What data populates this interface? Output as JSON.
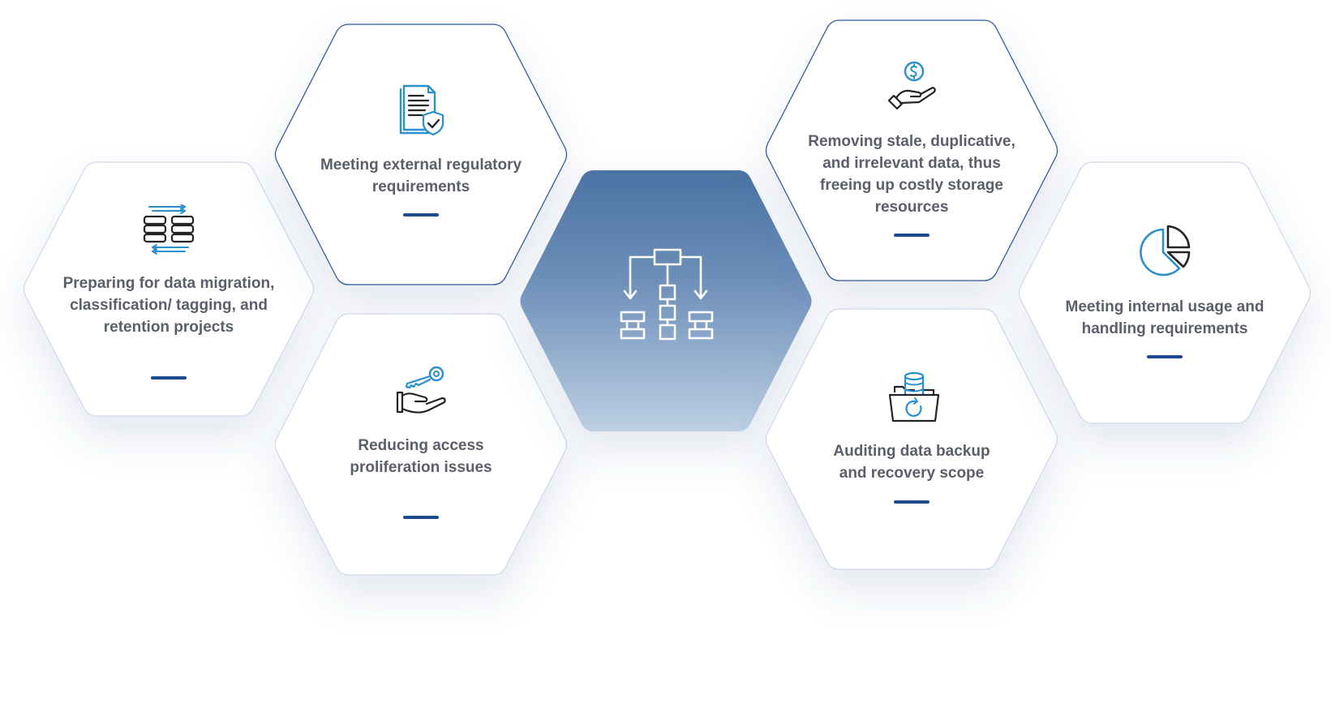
{
  "colors": {
    "accent": "#1e4b8c",
    "icon_blue": "#2a8fcb",
    "text": "#5b5f6a",
    "center_top": "#4b73a3",
    "center_bottom": "#bccfe3"
  },
  "center": {
    "icon": "hierarchy-flowchart-icon"
  },
  "items": [
    {
      "id": "migration",
      "icon": "database-transfer-icon",
      "label": "Preparing for data migration, classification/ tagging, and retention projects"
    },
    {
      "id": "regulatory",
      "icon": "document-shield-icon",
      "label": "Meeting external regulatory requirements"
    },
    {
      "id": "access",
      "icon": "hand-key-icon",
      "label": "Reducing access proliferation issues"
    },
    {
      "id": "stale",
      "icon": "hand-dollar-icon",
      "label": "Removing stale, duplicative, and irrelevant data, thus freeing up costly storage resources"
    },
    {
      "id": "backup",
      "icon": "database-folder-icon",
      "label": "Auditing data backup and recovery scope"
    },
    {
      "id": "internal",
      "icon": "pie-chart-icon",
      "label": "Meeting internal usage and handling requirements"
    }
  ]
}
